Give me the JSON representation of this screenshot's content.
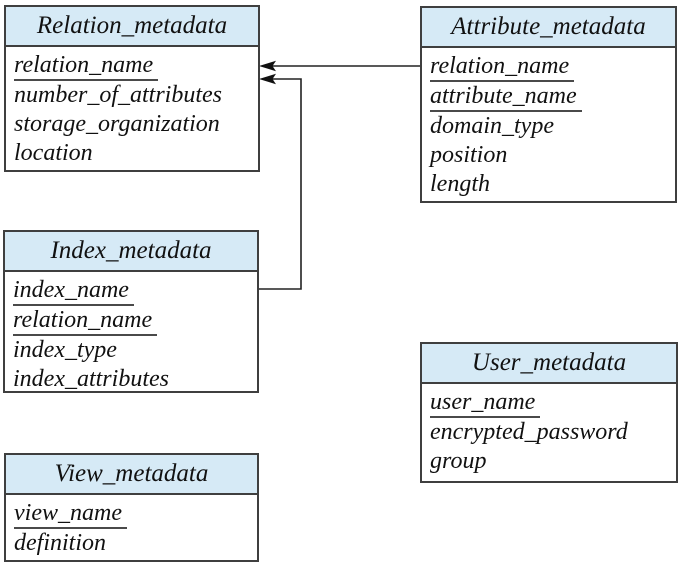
{
  "colors": {
    "header_fill": "#d6eaf6",
    "box_border": "#3f3f3f",
    "connector_line": "#222222",
    "text": "#111111",
    "key_underline": "#4a4a4a"
  },
  "boxes": {
    "relation": {
      "title": "Relation_metadata",
      "fields": [
        {
          "label": "relation_name",
          "key": true
        },
        {
          "label": "number_of_attributes",
          "key": false
        },
        {
          "label": "storage_organization",
          "key": false
        },
        {
          "label": "location",
          "key": false
        }
      ]
    },
    "attribute": {
      "title": "Attribute_metadata",
      "fields": [
        {
          "label": "relation_name",
          "key": true
        },
        {
          "label": "attribute_name",
          "key": true
        },
        {
          "label": "domain_type",
          "key": false
        },
        {
          "label": "position",
          "key": false
        },
        {
          "label": "length",
          "key": false
        }
      ]
    },
    "index": {
      "title": "Index_metadata",
      "fields": [
        {
          "label": "index_name",
          "key": true
        },
        {
          "label": "relation_name",
          "key": true
        },
        {
          "label": "index_type",
          "key": false
        },
        {
          "label": "index_attributes",
          "key": false
        }
      ]
    },
    "user": {
      "title": "User_metadata",
      "fields": [
        {
          "label": "user_name",
          "key": true
        },
        {
          "label": "encrypted_password",
          "key": false
        },
        {
          "label": "group",
          "key": false
        }
      ]
    },
    "view": {
      "title": "View_metadata",
      "fields": [
        {
          "label": "view_name",
          "key": true
        },
        {
          "label": "definition",
          "key": false
        }
      ]
    }
  },
  "connectors": [
    {
      "name": "attribute-relation-name-to-relation-metadata",
      "from": "Attribute_metadata.relation_name",
      "to": "Relation_metadata",
      "style": "arrow"
    },
    {
      "name": "index-metadata-to-relation-metadata",
      "from": "Index_metadata",
      "to": "Relation_metadata",
      "style": "arrow"
    }
  ]
}
